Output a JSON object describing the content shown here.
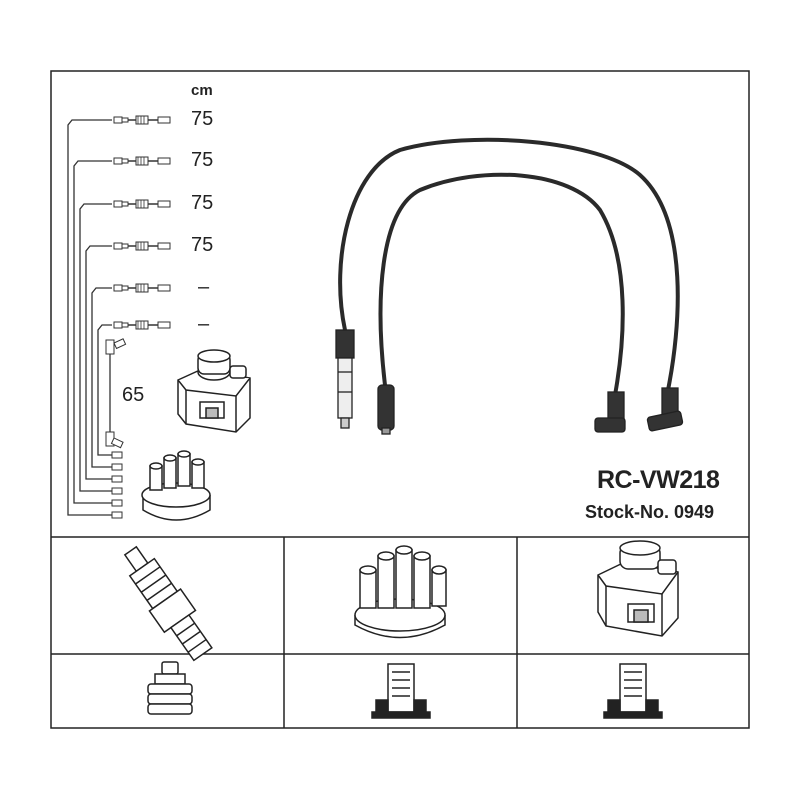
{
  "diagram": {
    "unit_label": "cm",
    "lengths": [
      "75",
      "75",
      "75",
      "75",
      "–",
      "–"
    ],
    "coil_wire_length": "65",
    "part_number": "RC-VW218",
    "stock_number": "Stock-No. 0949"
  },
  "components": {
    "top_panel": [
      "ignition-lead-1",
      "ignition-lead-2",
      "ignition-coil",
      "distributor-cap"
    ],
    "bottom_row_1": [
      "spark-plug",
      "distributor-cap",
      "ignition-coil"
    ],
    "bottom_row_2": [
      "spark-plug-terminal",
      "distributor-tower-terminal",
      "coil-tower-terminal"
    ]
  }
}
